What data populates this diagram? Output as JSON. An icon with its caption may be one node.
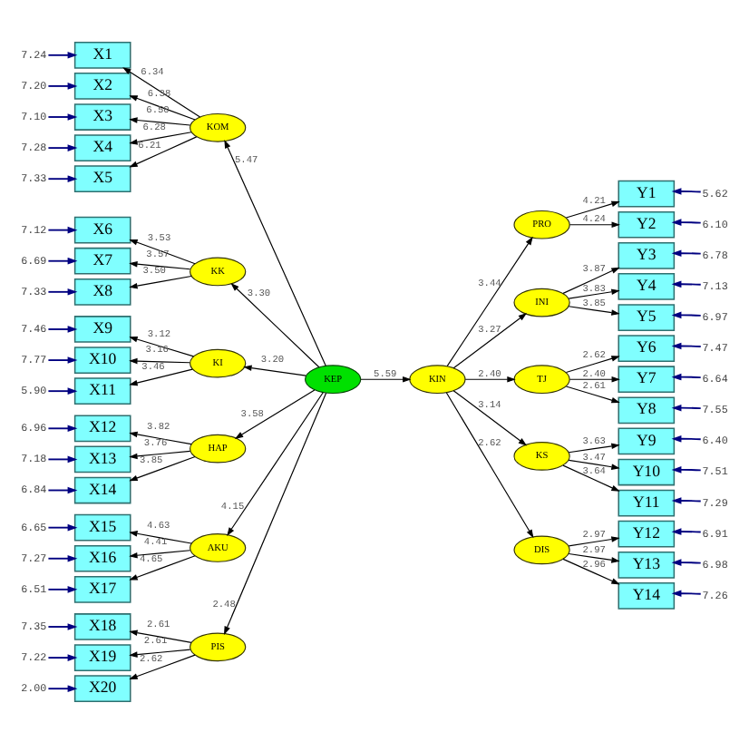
{
  "diagram": {
    "nodes": [
      {
        "text": [
          "7.24"
        ]
      },
      {
        "text": [
          "X1"
        ]
      },
      {
        "text": [
          "7.20"
        ]
      },
      {
        "text": [
          "X2"
        ]
      },
      {
        "text": [
          "7.10"
        ]
      },
      {
        "text": [
          "X3"
        ]
      },
      {
        "text": [
          "7.28"
        ]
      },
      {
        "text": [
          "X4"
        ]
      },
      {
        "text": [
          "7.33"
        ]
      },
      {
        "text": [
          "X5"
        ]
      },
      {
        "text": [
          "7.12"
        ]
      },
      {
        "text": [
          "X6"
        ]
      },
      {
        "text": [
          "6.69"
        ]
      },
      {
        "text": [
          "X7"
        ]
      },
      {
        "text": [
          "7.33"
        ]
      },
      {
        "text": [
          "X8"
        ]
      },
      {
        "text": [
          "7.46"
        ]
      },
      {
        "text": [
          "X9"
        ]
      },
      {
        "text": [
          "7.77"
        ]
      },
      {
        "text": [
          "X10"
        ]
      },
      {
        "text": [
          "5.90"
        ]
      },
      {
        "text": [
          "X11"
        ]
      },
      {
        "text": [
          "6.96"
        ]
      },
      {
        "text": [
          "X12"
        ]
      },
      {
        "text": [
          "7.18"
        ]
      },
      {
        "text": [
          "X13"
        ]
      },
      {
        "text": [
          "6.84"
        ]
      },
      {
        "text": [
          "X14"
        ]
      },
      {
        "text": [
          "6.65"
        ]
      },
      {
        "text": [
          "X15"
        ]
      },
      {
        "text": [
          "7.27"
        ]
      },
      {
        "text": [
          "X16"
        ]
      },
      {
        "text": [
          "6.51"
        ]
      },
      {
        "text": [
          "X17"
        ]
      },
      {
        "text": [
          "7.35"
        ]
      },
      {
        "text": [
          "X18"
        ]
      },
      {
        "text": [
          "7.22"
        ]
      },
      {
        "text": [
          "X19"
        ]
      },
      {
        "text": [
          "2.00"
        ]
      },
      {
        "text": [
          "X20"
        ]
      },
      {
        "text": [
          "KOM"
        ]
      },
      {
        "text": [
          "KK"
        ]
      },
      {
        "text": [
          "KI"
        ]
      },
      {
        "text": [
          "HAP"
        ]
      },
      {
        "text": [
          "AKU"
        ]
      },
      {
        "text": [
          "PIS"
        ]
      },
      {
        "text": [
          "KEP"
        ]
      },
      {
        "text": [
          "KIN"
        ]
      },
      {
        "text": [
          "PRO"
        ]
      },
      {
        "text": [
          "INI"
        ]
      },
      {
        "text": [
          "TJ"
        ]
      },
      {
        "text": [
          "KS"
        ]
      },
      {
        "text": [
          "DIS"
        ]
      },
      {
        "text": [
          "Y1"
        ]
      },
      {
        "text": [
          "5.62"
        ]
      },
      {
        "text": [
          "Y2"
        ]
      },
      {
        "text": [
          "6.10"
        ]
      },
      {
        "text": [
          "Y3"
        ]
      },
      {
        "text": [
          "6.78"
        ]
      },
      {
        "text": [
          "Y4"
        ]
      },
      {
        "text": [
          "7.13"
        ]
      },
      {
        "text": [
          "Y5"
        ]
      },
      {
        "text": [
          "6.97"
        ]
      },
      {
        "text": [
          "Y6"
        ]
      },
      {
        "text": [
          "7.47"
        ]
      },
      {
        "text": [
          "Y7"
        ]
      },
      {
        "text": [
          "6.64"
        ]
      },
      {
        "text": [
          "Y8"
        ]
      },
      {
        "text": [
          "7.55"
        ]
      },
      {
        "text": [
          "Y9"
        ]
      },
      {
        "text": [
          "6.40"
        ]
      },
      {
        "text": [
          "Y10"
        ]
      },
      {
        "text": [
          "7.51"
        ]
      },
      {
        "text": [
          "Y11"
        ]
      },
      {
        "text": [
          "7.29"
        ]
      },
      {
        "text": [
          "Y12"
        ]
      },
      {
        "text": [
          "6.91"
        ]
      },
      {
        "text": [
          "Y13"
        ]
      },
      {
        "text": [
          "6.98"
        ]
      },
      {
        "text": [
          "Y14"
        ]
      },
      {
        "text": [
          "7.26"
        ]
      }
    ],
    "edges": [
      {
        "from": 0,
        "to": 1,
        "arrow": "to",
        "color": "#000080"
      },
      {
        "from": 2,
        "to": 3,
        "arrow": "to",
        "color": "#000080"
      },
      {
        "from": 4,
        "to": 5,
        "arrow": "to",
        "color": "#000080"
      },
      {
        "from": 6,
        "to": 7,
        "arrow": "to",
        "color": "#000080"
      },
      {
        "from": 8,
        "to": 9,
        "arrow": "to",
        "color": "#000080"
      },
      {
        "from": 10,
        "to": 11,
        "arrow": "to",
        "color": "#000080"
      },
      {
        "from": 12,
        "to": 13,
        "arrow": "to",
        "color": "#000080"
      },
      {
        "from": 14,
        "to": 15,
        "arrow": "to",
        "color": "#000080"
      },
      {
        "from": 16,
        "to": 17,
        "arrow": "to",
        "color": "#000080"
      },
      {
        "from": 18,
        "to": 19,
        "arrow": "to",
        "color": "#000080"
      },
      {
        "from": 20,
        "to": 21,
        "arrow": "to",
        "color": "#000080"
      },
      {
        "from": 22,
        "to": 23,
        "arrow": "to",
        "color": "#000080"
      },
      {
        "from": 24,
        "to": 25,
        "arrow": "to",
        "color": "#000080"
      },
      {
        "from": 26,
        "to": 27,
        "arrow": "to",
        "color": "#000080"
      },
      {
        "from": 28,
        "to": 29,
        "arrow": "to",
        "color": "#000080"
      },
      {
        "from": 30,
        "to": 31,
        "arrow": "to",
        "color": "#000080"
      },
      {
        "from": 32,
        "to": 33,
        "arrow": "to",
        "color": "#000080"
      },
      {
        "from": 34,
        "to": 35,
        "arrow": "to",
        "color": "#000080"
      },
      {
        "from": 36,
        "to": 37,
        "arrow": "to",
        "color": "#000080"
      },
      {
        "from": 38,
        "to": 39,
        "arrow": "to",
        "color": "#000080"
      },
      {
        "from": 40,
        "to": 1,
        "arrow": "to",
        "label": "6.34"
      },
      {
        "from": 40,
        "to": 3,
        "arrow": "to",
        "label": "6.38"
      },
      {
        "from": 40,
        "to": 5,
        "arrow": "to",
        "label": "6.50"
      },
      {
        "from": 40,
        "to": 7,
        "arrow": "to",
        "label": "6.28"
      },
      {
        "from": 40,
        "to": 9,
        "arrow": "to",
        "label": "6.21"
      },
      {
        "from": 41,
        "to": 11,
        "arrow": "to",
        "label": "3.53"
      },
      {
        "from": 41,
        "to": 13,
        "arrow": "to",
        "label": "3.57"
      },
      {
        "from": 41,
        "to": 15,
        "arrow": "to",
        "label": "3.50"
      },
      {
        "from": 42,
        "to": 17,
        "arrow": "to",
        "label": "3.12"
      },
      {
        "from": 42,
        "to": 19,
        "arrow": "to",
        "label": "3.16"
      },
      {
        "from": 42,
        "to": 21,
        "arrow": "to",
        "label": "3.46"
      },
      {
        "from": 43,
        "to": 23,
        "arrow": "to",
        "label": "3.82"
      },
      {
        "from": 43,
        "to": 25,
        "arrow": "to",
        "label": "3.76"
      },
      {
        "from": 43,
        "to": 27,
        "arrow": "to",
        "label": "3.85"
      },
      {
        "from": 44,
        "to": 29,
        "arrow": "to",
        "label": "4.63"
      },
      {
        "from": 44,
        "to": 31,
        "arrow": "to",
        "label": "4.41"
      },
      {
        "from": 44,
        "to": 33,
        "arrow": "to",
        "label": "4.65"
      },
      {
        "from": 45,
        "to": 35,
        "arrow": "to",
        "label": "2.61"
      },
      {
        "from": 45,
        "to": 37,
        "arrow": "to",
        "label": "2.61"
      },
      {
        "from": 45,
        "to": 39,
        "arrow": "to",
        "label": "2.62"
      },
      {
        "from": 46,
        "to": 40,
        "arrow": "to",
        "label": "5.47"
      },
      {
        "from": 46,
        "to": 41,
        "arrow": "to",
        "label": "3.30"
      },
      {
        "from": 46,
        "to": 42,
        "arrow": "to",
        "label": "3.20"
      },
      {
        "from": 46,
        "to": 43,
        "arrow": "to",
        "label": "3.58"
      },
      {
        "from": 46,
        "to": 44,
        "arrow": "to",
        "label": "4.15"
      },
      {
        "from": 46,
        "to": 45,
        "arrow": "to",
        "label": "2.48"
      },
      {
        "from": 46,
        "to": 47,
        "arrow": "to",
        "label": "5.59"
      },
      {
        "from": 47,
        "to": 48,
        "arrow": "to",
        "label": "3.44"
      },
      {
        "from": 47,
        "to": 49,
        "arrow": "to",
        "label": "3.27"
      },
      {
        "from": 47,
        "to": 50,
        "arrow": "to",
        "label": "2.40"
      },
      {
        "from": 47,
        "to": 51,
        "arrow": "to",
        "label": "3.14"
      },
      {
        "from": 47,
        "to": 52,
        "arrow": "to",
        "label": "2.62"
      },
      {
        "from": 48,
        "to": 53,
        "arrow": "to",
        "label": "4.21"
      },
      {
        "from": 48,
        "to": 55,
        "arrow": "to",
        "label": "4.24"
      },
      {
        "from": 49,
        "to": 57,
        "arrow": "to",
        "label": "3.87"
      },
      {
        "from": 49,
        "to": 59,
        "arrow": "to",
        "label": "3.83"
      },
      {
        "from": 49,
        "to": 61,
        "arrow": "to",
        "label": "3.85"
      },
      {
        "from": 50,
        "to": 63,
        "arrow": "to",
        "label": "2.62"
      },
      {
        "from": 50,
        "to": 65,
        "arrow": "to",
        "label": "2.40"
      },
      {
        "from": 50,
        "to": 67,
        "arrow": "to",
        "label": "2.61"
      },
      {
        "from": 51,
        "to": 69,
        "arrow": "to",
        "label": "3.63"
      },
      {
        "from": 51,
        "to": 71,
        "arrow": "to",
        "label": "3.47"
      },
      {
        "from": 51,
        "to": 73,
        "arrow": "to",
        "label": "3.64"
      },
      {
        "from": 52,
        "to": 75,
        "arrow": "to",
        "label": "2.97"
      },
      {
        "from": 52,
        "to": 77,
        "arrow": "to",
        "label": "2.97"
      },
      {
        "from": 52,
        "to": 79,
        "arrow": "to",
        "label": "2.96"
      },
      {
        "from": 54,
        "to": 53,
        "arrow": "to",
        "color": "#000080"
      },
      {
        "from": 56,
        "to": 55,
        "arrow": "to",
        "color": "#000080"
      },
      {
        "from": 58,
        "to": 57,
        "arrow": "to",
        "color": "#000080"
      },
      {
        "from": 60,
        "to": 59,
        "arrow": "to",
        "color": "#000080"
      },
      {
        "from": 62,
        "to": 61,
        "arrow": "to",
        "color": "#000080"
      },
      {
        "from": 64,
        "to": 63,
        "arrow": "to",
        "color": "#000080"
      },
      {
        "from": 66,
        "to": 65,
        "arrow": "to",
        "color": "#000080"
      },
      {
        "from": 68,
        "to": 67,
        "arrow": "to",
        "color": "#000080"
      },
      {
        "from": 70,
        "to": 69,
        "arrow": "to",
        "color": "#000080"
      },
      {
        "from": 72,
        "to": 71,
        "arrow": "to",
        "color": "#000080"
      },
      {
        "from": 74,
        "to": 73,
        "arrow": "to",
        "color": "#000080"
      },
      {
        "from": 76,
        "to": 75,
        "arrow": "to",
        "color": "#000080"
      },
      {
        "from": 78,
        "to": 77,
        "arrow": "to",
        "color": "#000080"
      },
      {
        "from": 80,
        "to": 79,
        "arrow": "to",
        "color": "#000080"
      }
    ]
  }
}
